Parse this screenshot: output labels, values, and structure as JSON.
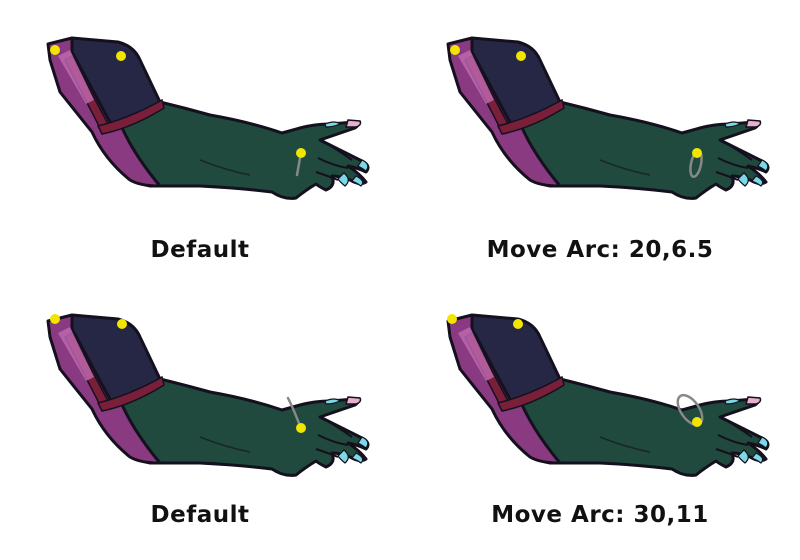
{
  "panels": [
    {
      "caption": "Default"
    },
    {
      "caption": "Move Arc: 20,6.5"
    },
    {
      "caption": "Default"
    },
    {
      "caption": "Move Arc: 30,11"
    }
  ],
  "colors": {
    "background": "#ffffff",
    "skin": "#1f4a3d",
    "outline": "#14101e",
    "sleeve_navy": "#262645",
    "sleeve_magenta": "#8a3a80",
    "sleeve_red": "#7a1f3a",
    "nail_pink": "#e8b0d0",
    "nail_cyan": "#7ad8e8",
    "pivot_yellow": "#f2e600",
    "arc_gray": "#888888"
  }
}
